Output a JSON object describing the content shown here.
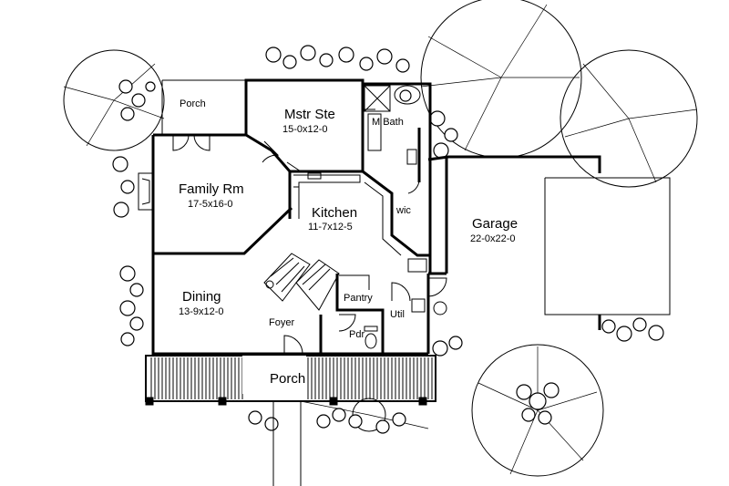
{
  "rooms": {
    "porch_back": {
      "name": "Porch"
    },
    "master_suite": {
      "name": "Mstr Ste",
      "dims": "15-0x12-0"
    },
    "master_bath": {
      "name": "M Bath"
    },
    "family_room": {
      "name": "Family Rm",
      "dims": "17-5x16-0"
    },
    "kitchen": {
      "name": "Kitchen",
      "dims": "11-7x12-5"
    },
    "wic": {
      "name": "wic"
    },
    "garage": {
      "name": "Garage",
      "dims": "22-0x22-0"
    },
    "dining": {
      "name": "Dining",
      "dims": "13-9x12-0"
    },
    "foyer": {
      "name": "Foyer"
    },
    "pantry": {
      "name": "Pantry"
    },
    "utility": {
      "name": "Util"
    },
    "powder": {
      "name": "Pdr"
    },
    "porch_front": {
      "name": "Porch"
    }
  },
  "colors": {
    "ink": "#000000",
    "paper": "#ffffff"
  }
}
